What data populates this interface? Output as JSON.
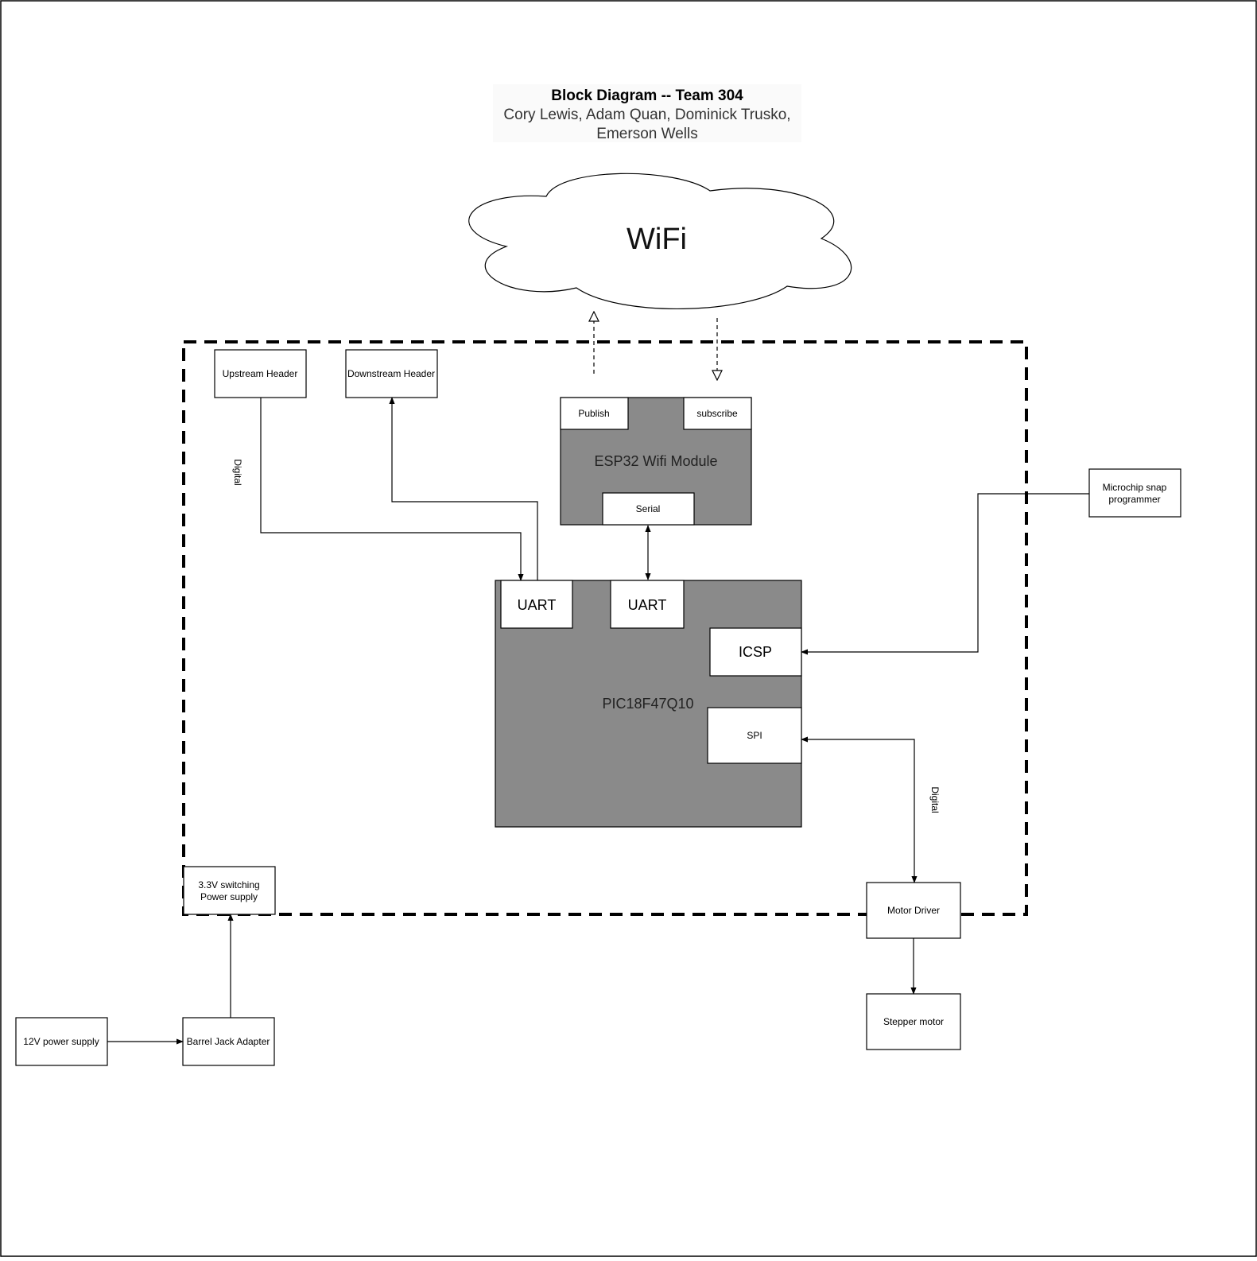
{
  "title": {
    "heading": "Block Diagram -- Team 304",
    "authors_line1": "Cory Lewis, Adam Quan, Dominick Trusko,",
    "authors_line2": "Emerson Wells"
  },
  "cloud": {
    "label": "WiFi"
  },
  "blocks": {
    "upstream_header": "Upstream Header",
    "downstream_header": "Downstream Header",
    "esp32_module": "ESP32 Wifi Module",
    "publish": "Publish",
    "subscribe": "subscribe",
    "serial": "Serial",
    "mcu": "PIC18F47Q10",
    "uart_1": "UART",
    "uart_2": "UART",
    "icsp": "ICSP",
    "spi": "SPI",
    "programmer_line1": "Microchip snap",
    "programmer_line2": "programmer",
    "power_33_line1": "3.3V switching",
    "power_33_line2": "Power supply",
    "power_12v": "12V power supply",
    "barrel_jack": "Barrel Jack Adapter",
    "motor_driver": "Motor Driver",
    "stepper_motor": "Stepper motor"
  },
  "edge_labels": {
    "digital_left": "Digital",
    "digital_right": "Digital"
  },
  "colors": {
    "module_fill": "#8a8a8a",
    "stroke": "#000000",
    "background": "#ffffff"
  }
}
